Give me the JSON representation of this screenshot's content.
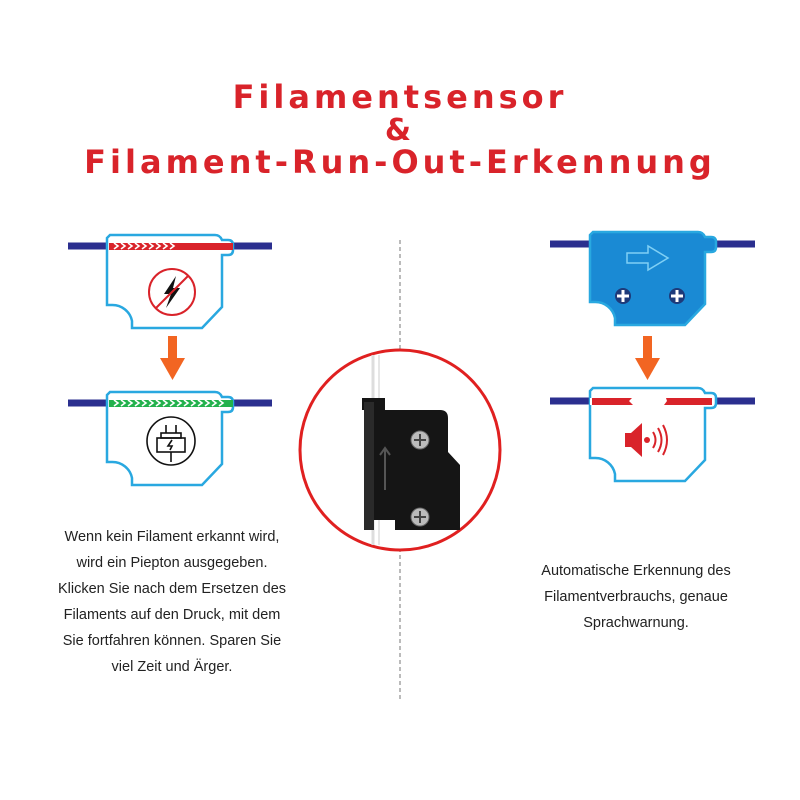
{
  "title": {
    "line1": "Filamentsensor",
    "line2": "&",
    "line3": "Filament-Run-Out-Erkennung"
  },
  "left_description": [
    "Wenn kein Filament erkannt wird,",
    "wird ein Piepton ausgegeben.",
    "Klicken Sie nach dem Ersetzen des",
    "Filaments auf den Druck, mit dem",
    "Sie fortfahren können. Sparen Sie",
    "viel Zeit und Ärger."
  ],
  "right_description": [
    "Automatische Erkennung des",
    "Filamentverbrauchs, genaue",
    "Sprachwarnung."
  ],
  "colors": {
    "title": "#d9232a",
    "filament": "#2b2f8f",
    "sensor_outline": "#29a8e0",
    "sensor_fill": "#1a8ad4",
    "arrow": "#f26522",
    "red": "#d9232a",
    "green": "#22b14c"
  }
}
